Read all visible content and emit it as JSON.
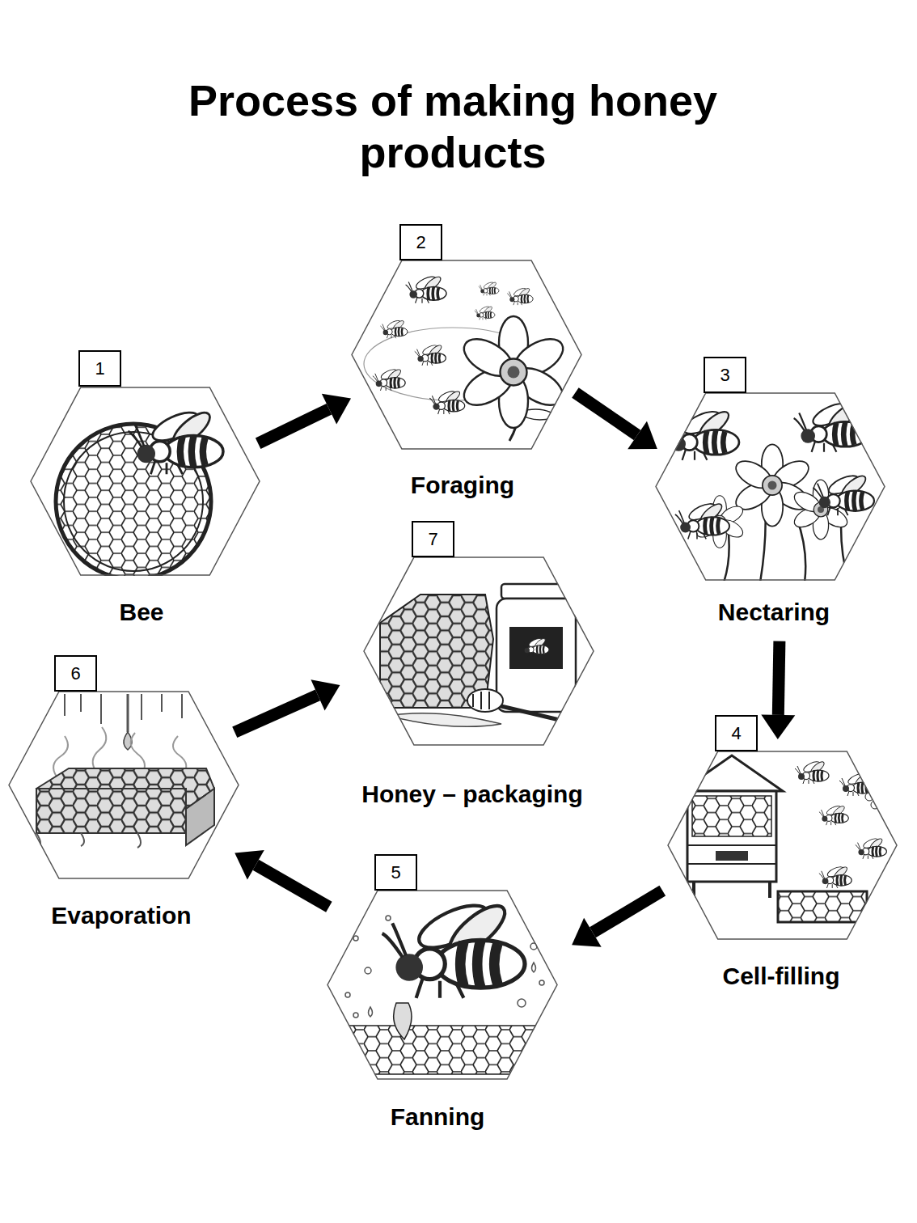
{
  "diagram": {
    "title": "Process of making honey products",
    "nodes": [
      {
        "text": [
          "1",
          "Bee"
        ]
      },
      {
        "text": [
          "2",
          "Foraging"
        ]
      },
      {
        "text": [
          "3",
          "Nectaring"
        ]
      },
      {
        "text": [
          "4",
          "Cell-filling"
        ]
      },
      {
        "text": [
          "5",
          "Fanning"
        ]
      },
      {
        "text": [
          "6",
          "Evaporation"
        ]
      },
      {
        "text": [
          "7",
          "Honey – packaging"
        ]
      }
    ],
    "edges": [
      {
        "from": 0,
        "to": 1,
        "arrow": "to"
      },
      {
        "from": 1,
        "to": 2,
        "arrow": "to"
      },
      {
        "from": 2,
        "to": 3,
        "arrow": "to"
      },
      {
        "from": 3,
        "to": 4,
        "arrow": "to"
      },
      {
        "from": 4,
        "to": 5,
        "arrow": "to"
      },
      {
        "from": 5,
        "to": 6,
        "arrow": "to"
      }
    ]
  }
}
